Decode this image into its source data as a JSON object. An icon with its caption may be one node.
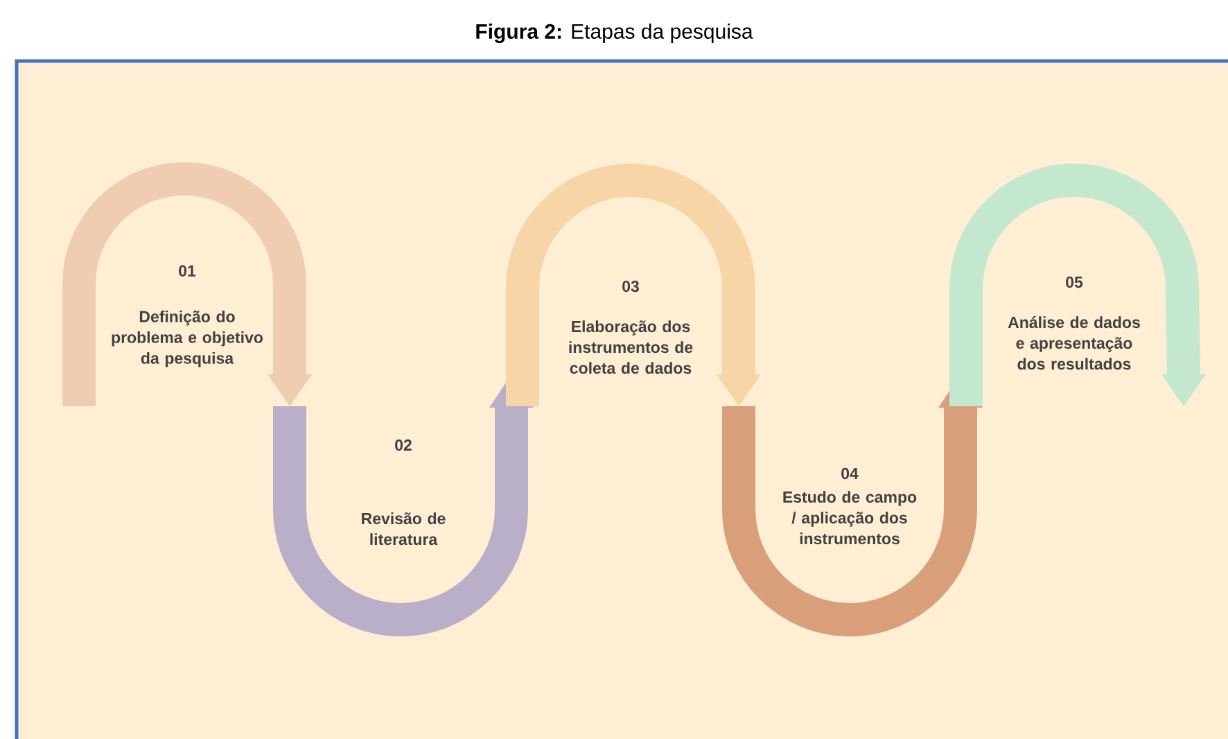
{
  "diagram": {
    "title": "**Figura 2:** Etapas da pesquisa",
    "nodes": [
      {
        "text": [
          "01",
          "Definição do problema e objetivo da pesquisa"
        ]
      },
      {
        "text": [
          "02",
          "Revisão de literatura"
        ]
      },
      {
        "text": [
          "03",
          "Elaboração dos instrumentos de coleta de dados"
        ]
      },
      {
        "text": [
          "04",
          "Estudo de campo / aplicação dos instrumentos"
        ]
      },
      {
        "text": [
          "05",
          "Análise de dados e apresentação dos resultados"
        ]
      }
    ]
  }
}
